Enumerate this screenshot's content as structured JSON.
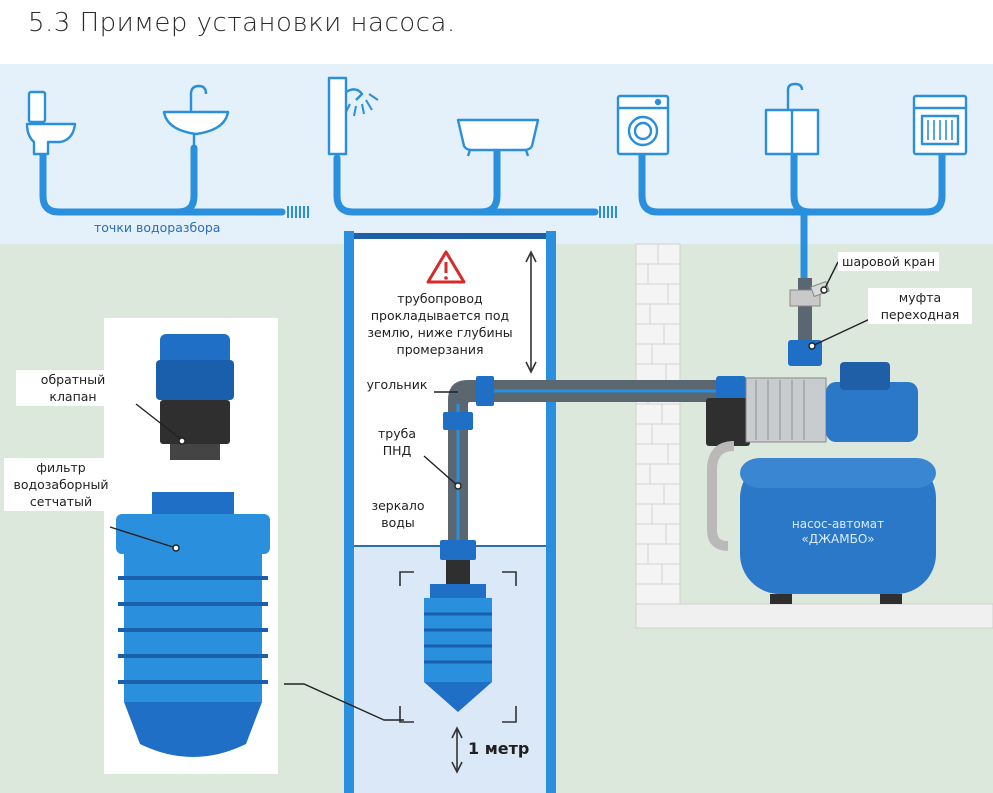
{
  "title": "5.3 Пример установки насоса.",
  "labels": {
    "consumers": "точки водоразбора",
    "pipe_note": [
      "трубопровод",
      "прокладывается под",
      "землю, ниже глубины",
      "промерзания"
    ],
    "elbow": "угольник",
    "pipe_hdpe": [
      "труба",
      "ПНД"
    ],
    "water_level": [
      "зеркало",
      "воды"
    ],
    "ball_valve": "шаровой кран",
    "adapter": [
      "муфта",
      "переходная"
    ],
    "check_valve": [
      "обратный",
      "клапан"
    ],
    "filter": [
      "фильтр",
      "водозаборный",
      "сетчатый"
    ],
    "pump": [
      "насос-автомат",
      "«ДЖАМБО»"
    ],
    "depth": "1 метр"
  },
  "icons": [
    "toilet-icon",
    "sink-icon",
    "shower-icon",
    "bathtub-icon",
    "washing-machine-icon",
    "kitchen-sink-icon",
    "dishwasher-icon"
  ],
  "colors": {
    "pipe": "#2a8fdc",
    "sky": "#e4f0fa",
    "ground": "#dde8dc",
    "well_water": "#dbe8f7",
    "device": "#1f6fc7",
    "pump_body": "#2b78c9"
  }
}
